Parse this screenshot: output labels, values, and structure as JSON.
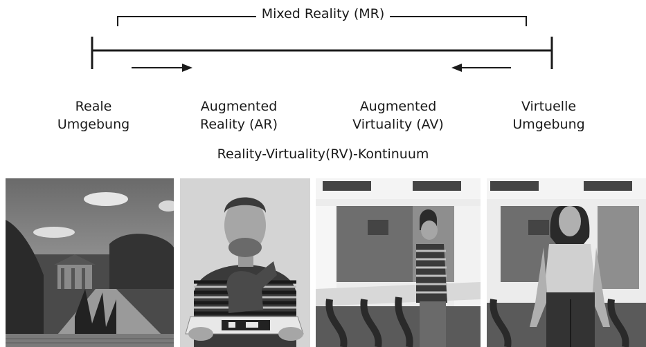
{
  "mixed_reality_label": "Mixed Reality (MR)",
  "continuum": {
    "labels": [
      {
        "line1": "Reale",
        "line2": "Umgebung"
      },
      {
        "line1": "Augmented",
        "line2": "Reality (AR)"
      },
      {
        "line1": "Augmented",
        "line2": "Virtuality (AV)"
      },
      {
        "line1": "Virtuelle",
        "line2": "Umgebung"
      }
    ]
  },
  "title": "Reality-Virtuality(RV)-Kontinuum",
  "photos": [
    {
      "name": "real-environment-garden-photo"
    },
    {
      "name": "augmented-reality-man-with-tablet-photo"
    },
    {
      "name": "augmented-virtuality-man-in-virtual-room-photo"
    },
    {
      "name": "virtual-environment-avatar-photo"
    }
  ]
}
